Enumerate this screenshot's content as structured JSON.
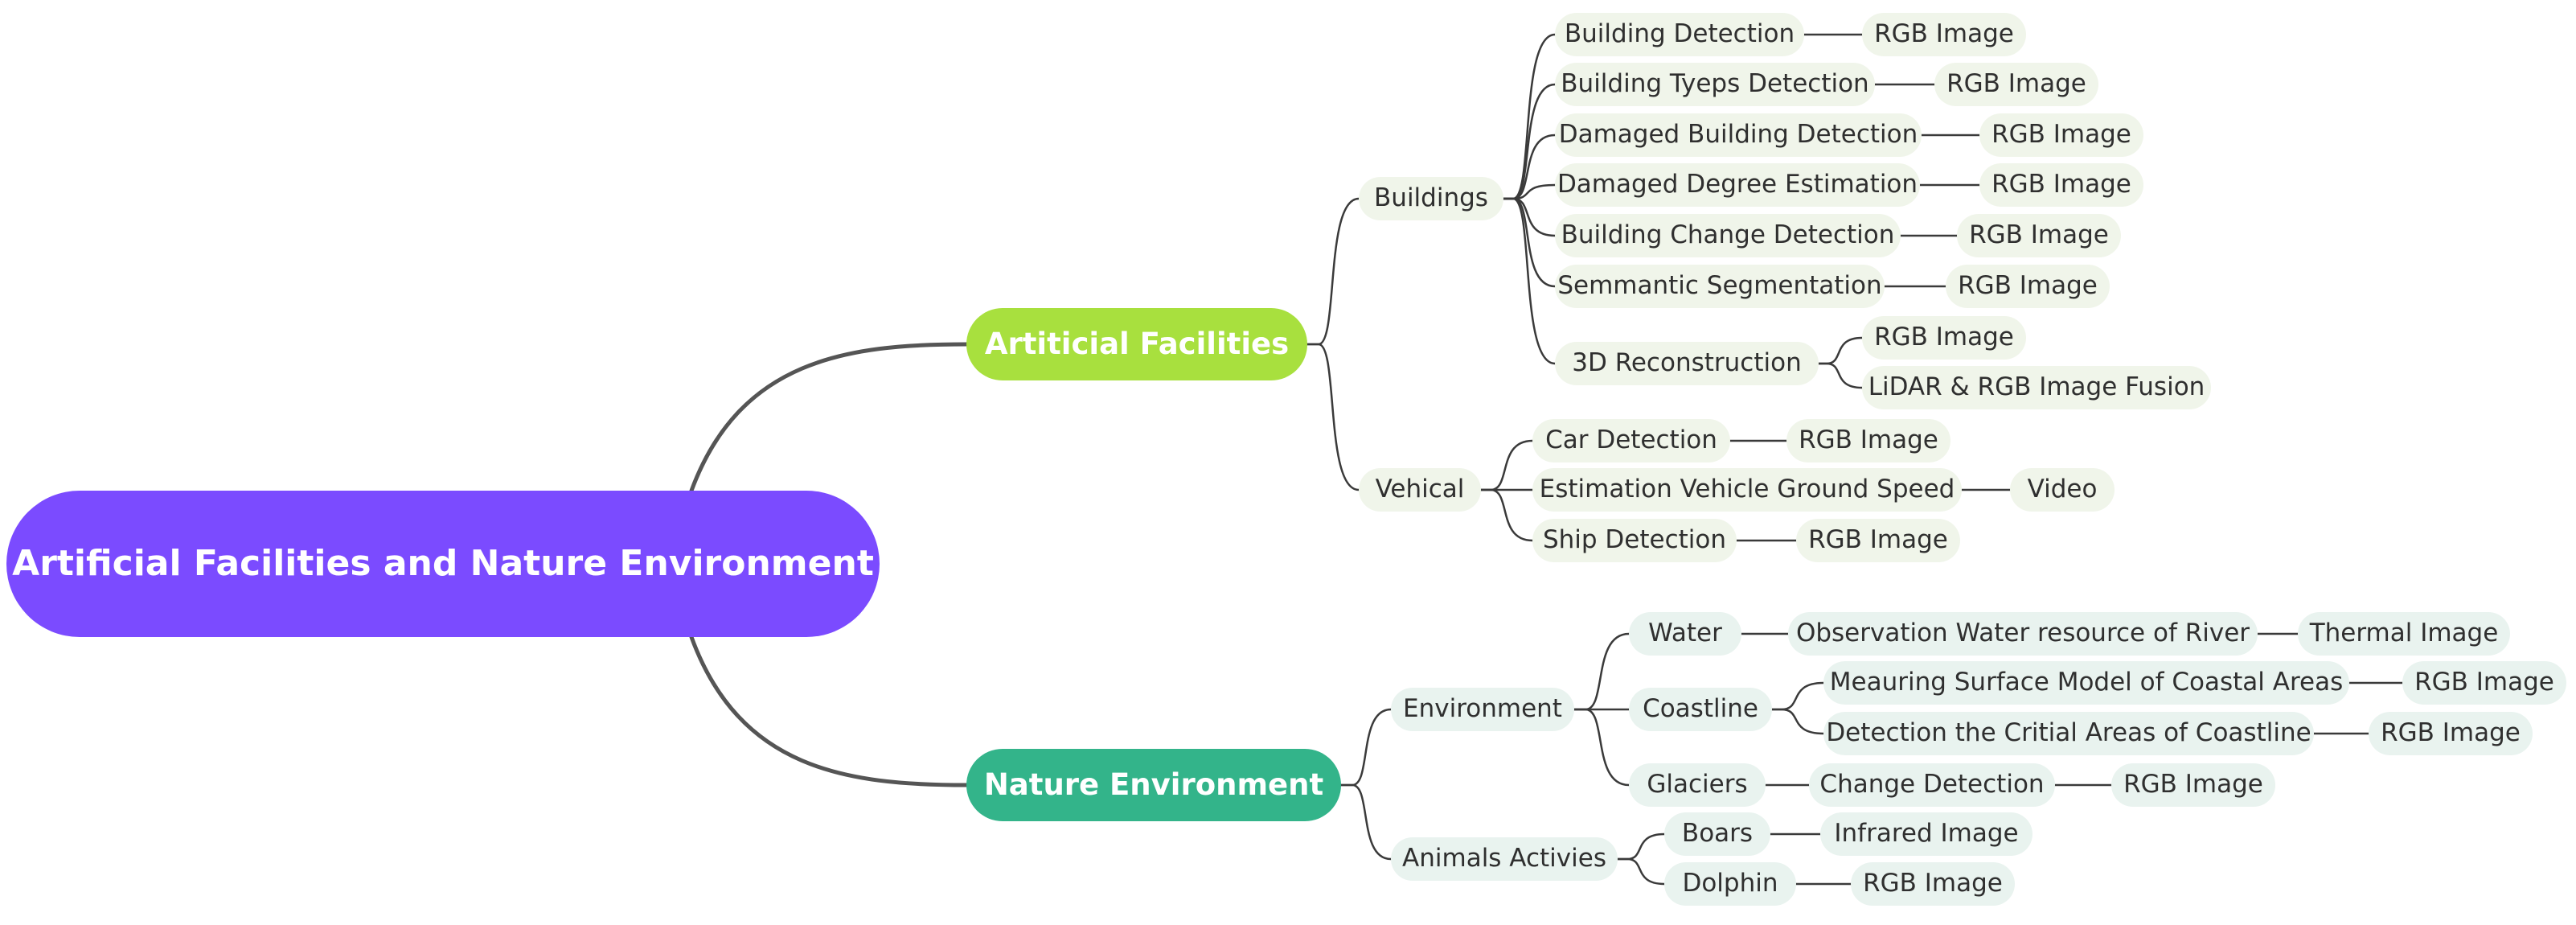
{
  "root": {
    "label": "Artificial Facilities and Nature Environment",
    "color": "#7b4bff"
  },
  "branches": [
    {
      "id": "art",
      "label": "Artiticial Facilities",
      "color": "#a8e03e",
      "fill": "#f0f5ea",
      "children": [
        {
          "label": "Buildings",
          "children": [
            {
              "label": "Building Detection",
              "children": [
                {
                  "label": "RGB Image"
                }
              ]
            },
            {
              "label": "Building Tyeps Detection",
              "children": [
                {
                  "label": "RGB Image"
                }
              ]
            },
            {
              "label": "Damaged Building Detection",
              "children": [
                {
                  "label": "RGB Image"
                }
              ]
            },
            {
              "label": "Damaged Degree Estimation",
              "children": [
                {
                  "label": "RGB Image"
                }
              ]
            },
            {
              "label": "Building Change Detection",
              "children": [
                {
                  "label": "RGB Image"
                }
              ]
            },
            {
              "label": "Semmantic Segmentation",
              "children": [
                {
                  "label": "RGB Image"
                }
              ]
            },
            {
              "label": "3D Reconstruction",
              "children": [
                {
                  "label": "RGB Image"
                },
                {
                  "label": "LiDAR & RGB Image Fusion"
                }
              ]
            }
          ]
        },
        {
          "label": "Vehical",
          "children": [
            {
              "label": "Car Detection",
              "children": [
                {
                  "label": "RGB Image"
                }
              ]
            },
            {
              "label": "Estimation Vehicle Ground Speed",
              "children": [
                {
                  "label": "Video"
                }
              ]
            },
            {
              "label": "Ship Detection",
              "children": [
                {
                  "label": "RGB Image"
                }
              ]
            }
          ]
        }
      ]
    },
    {
      "id": "nat",
      "label": "Nature Environment",
      "color": "#33b48a",
      "fill": "#e9f3ef",
      "children": [
        {
          "label": "Environment",
          "children": [
            {
              "label": "Water",
              "children": [
                {
                  "label": "Observation Water resource of River",
                  "children": [
                    {
                      "label": "Thermal Image"
                    }
                  ]
                }
              ]
            },
            {
              "label": "Coastline",
              "children": [
                {
                  "label": "Meauring Surface Model of Coastal Areas",
                  "children": [
                    {
                      "label": "RGB Image"
                    }
                  ]
                },
                {
                  "label": "Detection the Critial Areas of Coastline",
                  "children": [
                    {
                      "label": "RGB Image"
                    }
                  ]
                }
              ]
            },
            {
              "label": "Glaciers",
              "children": [
                {
                  "label": "Change Detection",
                  "children": [
                    {
                      "label": "RGB Image"
                    }
                  ]
                }
              ]
            }
          ]
        },
        {
          "label": "Animals Activies",
          "children": [
            {
              "label": "Boars",
              "children": [
                {
                  "label": "Infrared Image"
                }
              ]
            },
            {
              "label": "Dolphin",
              "children": [
                {
                  "label": "RGB Image"
                }
              ]
            }
          ]
        }
      ]
    }
  ]
}
